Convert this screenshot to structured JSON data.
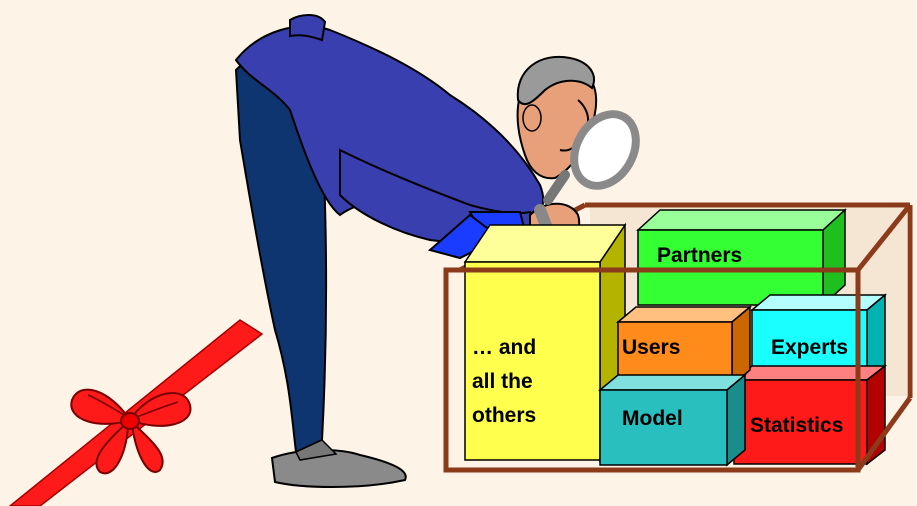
{
  "boxes": {
    "others_line1": "… and",
    "others_line2": "all the",
    "others_line3": "others",
    "partners": "Partners",
    "users": "Users",
    "experts": "Experts",
    "model": "Model",
    "statistics": "Statistics"
  },
  "colors": {
    "background": "#fdf3e7",
    "crate_frame": "#8b3a1a",
    "others": "#ffff4d",
    "partners": "#33ff33",
    "users": "#ff8c1a",
    "experts": "#1affff",
    "model": "#2abfbf",
    "statistics": "#ff1a1a",
    "suit": "#3a3fb0",
    "trousers": "#0f3570",
    "ribbon": "#ff1a1a"
  },
  "illustration": {
    "figure": "man-with-magnifying-glass",
    "decoration": "gift-ribbon-bow"
  }
}
